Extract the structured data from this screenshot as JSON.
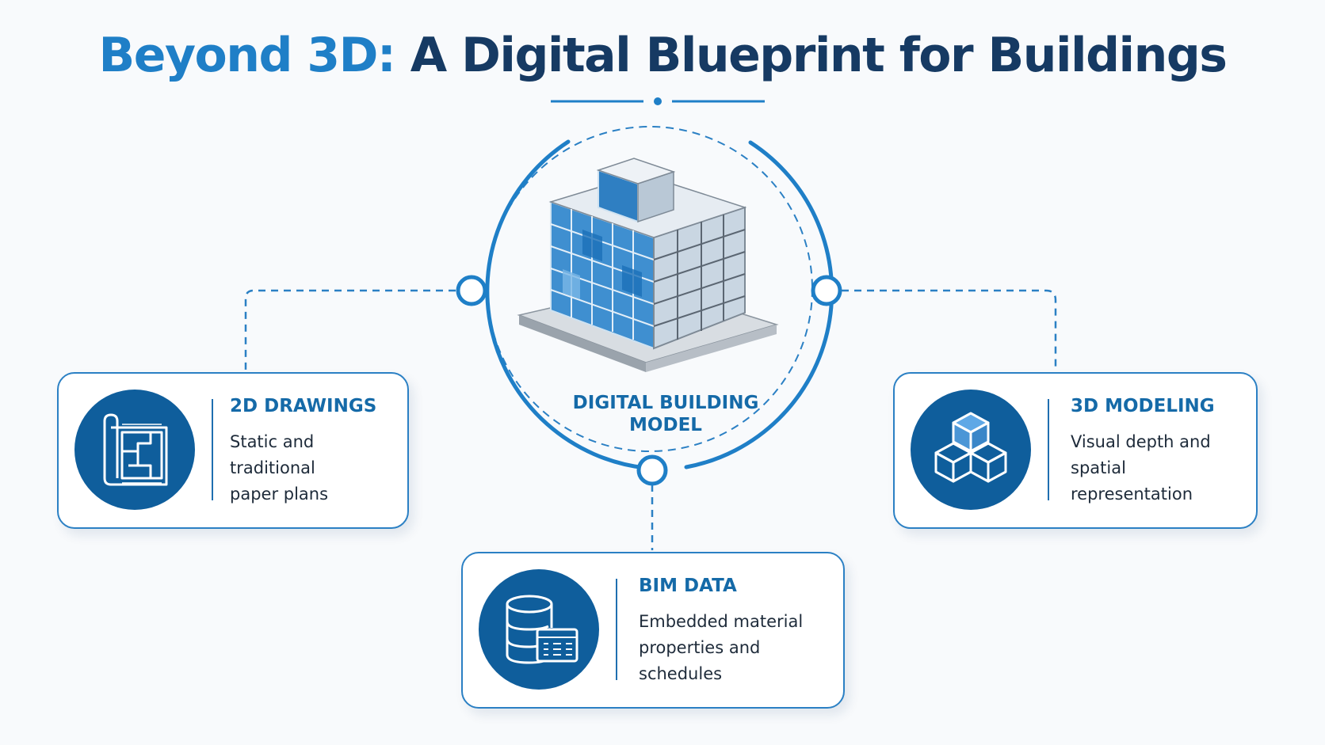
{
  "header": {
    "title_accent": "Beyond 3D:",
    "title_rest": "A Digital Blueprint for Buildings"
  },
  "center": {
    "label": "DIGITAL BUILDING\nMODEL",
    "image": "building-model-icon"
  },
  "cards": {
    "drawings": {
      "title": "2D DRAWINGS",
      "description": "Static and\ntraditional\npaper plans",
      "icon": "blueprint-icon"
    },
    "modeling": {
      "title": "3D MODELING",
      "description": "Visual depth and\nspatial\nrepresentation",
      "icon": "cubes-icon"
    },
    "bim": {
      "title": "BIM DATA",
      "description": "Embedded material\nproperties and\nschedules",
      "icon": "database-icon"
    }
  },
  "colors": {
    "accent": "#1f7fc7",
    "dark_navy": "#163a63",
    "icon_fill": "#0f5e9c",
    "line": "#2b80c4"
  }
}
